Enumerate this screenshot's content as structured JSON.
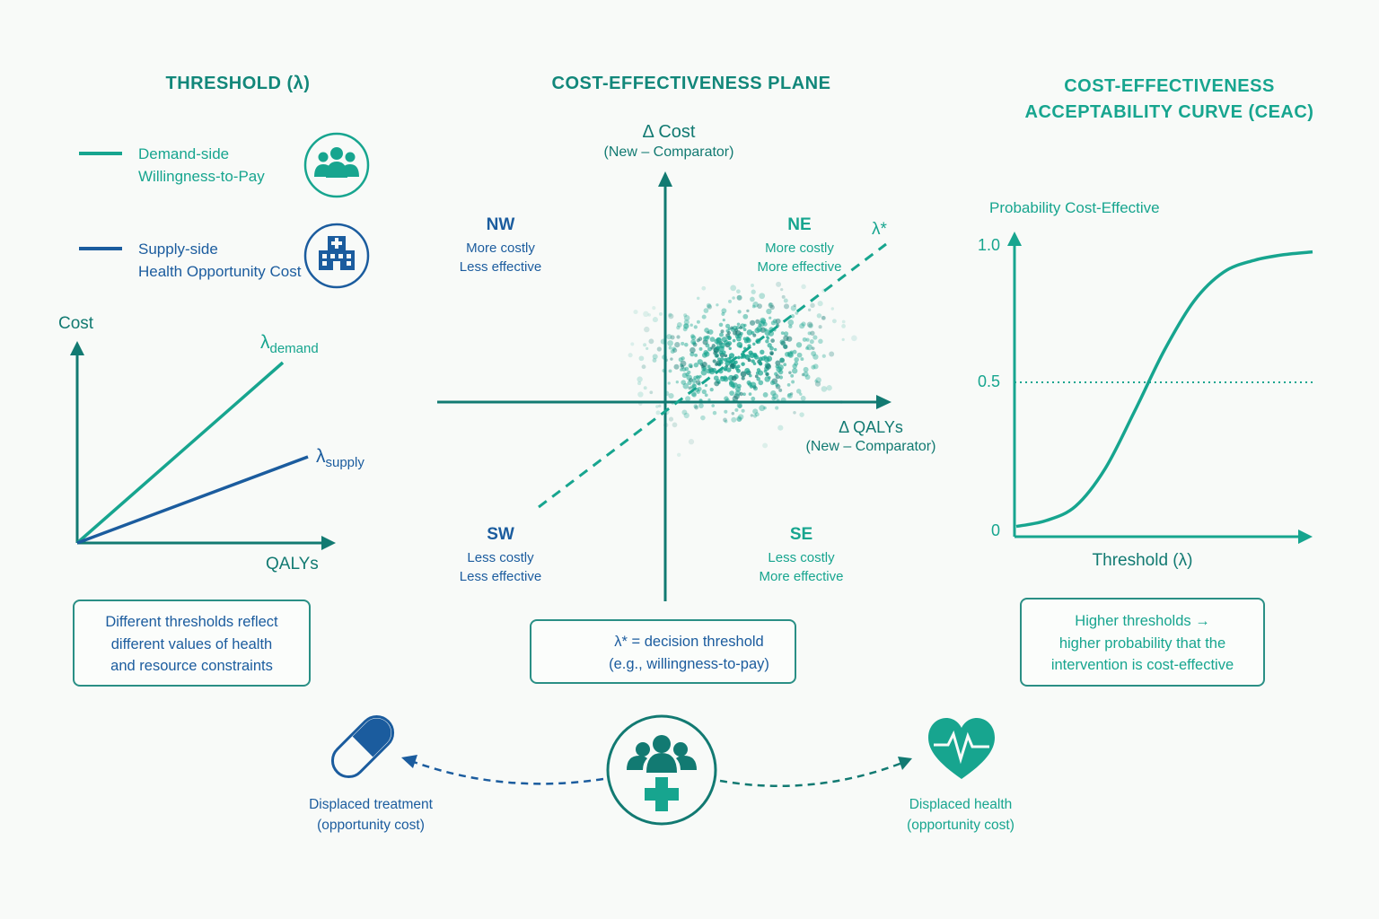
{
  "colors": {
    "teal": "#17a58f",
    "dark_teal": "#127a72",
    "blue": "#1b5c9e",
    "background": "#f8faf8"
  },
  "threshold_panel": {
    "title": "THRESHOLD (λ)",
    "legend": [
      {
        "line1": "Demand-side",
        "line2": "Willingness-to-Pay",
        "icon": "group-people-icon",
        "color": "#17a58f"
      },
      {
        "line1": "Supply-side",
        "line2": "Health Opportunity Cost",
        "icon": "hospital-icon",
        "color": "#1b5c9e"
      }
    ],
    "y_label": "Cost",
    "x_label": "QALYs",
    "demand_label": "λ",
    "demand_sub": "demand",
    "supply_label": "λ",
    "supply_sub": "supply",
    "note": [
      "Different thresholds reflect",
      "different values of health",
      "and resource constraints"
    ]
  },
  "plane_panel": {
    "title": "COST-EFFECTIVENESS PLANE",
    "y_label": "Δ Cost",
    "y_sub": "(New – Comparator)",
    "x_label": "Δ QALYs",
    "x_sub": "(New – Comparator)",
    "threshold_label": "λ*",
    "quadrants": {
      "nw": {
        "name": "NW",
        "line1": "More costly",
        "line2": "Less effective"
      },
      "ne": {
        "name": "NE",
        "line1": "More costly",
        "line2": "More effective"
      },
      "sw": {
        "name": "SW",
        "line1": "Less costly",
        "line2": "Less effective"
      },
      "se": {
        "name": "SE",
        "line1": "Less costly",
        "line2": "More effective"
      }
    },
    "legend": [
      "λ* = decision threshold",
      "(e.g., willingness-to-pay)"
    ]
  },
  "ceac_panel": {
    "title_line1": "COST-EFFECTIVENESS",
    "title_line2": "ACCEPTABILITY CURVE (CEAC)",
    "y_label": "Probability Cost-Effective",
    "x_label": "Threshold (λ)",
    "y_ticks": [
      "1.0",
      "0.5",
      "0"
    ],
    "note": [
      "Higher thresholds →",
      "higher probability that the",
      "intervention is cost-effective"
    ]
  },
  "chart_data": {
    "type": "line",
    "title": "COST-EFFECTIVENESS ACCEPTABILITY CURVE (CEAC)",
    "xlabel": "Threshold (λ)",
    "ylabel": "Probability Cost-Effective",
    "ylim": [
      0,
      1
    ],
    "y_ticks": [
      0,
      0.5,
      1.0
    ],
    "reference_line_y": 0.5,
    "x": [
      0,
      0.1,
      0.2,
      0.3,
      0.4,
      0.5,
      0.6,
      0.7,
      0.8,
      0.9,
      1.0
    ],
    "series": [
      {
        "values": [
          0.02,
          0.04,
          0.09,
          0.22,
          0.42,
          0.63,
          0.8,
          0.9,
          0.94,
          0.96,
          0.97
        ]
      }
    ]
  },
  "bottom": {
    "left_caption": [
      "Displaced treatment",
      "(opportunity cost)"
    ],
    "right_caption": [
      "Displaced health",
      "(opportunity cost)"
    ]
  }
}
